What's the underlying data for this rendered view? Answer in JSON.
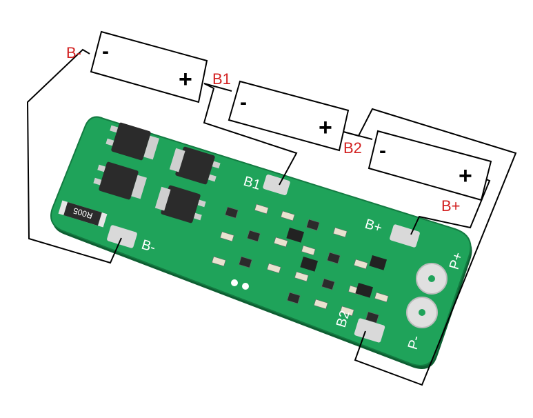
{
  "labels": {
    "b_minus": "B-",
    "b1": "B1",
    "b2": "B2",
    "b_plus": "B+"
  },
  "batteries": [
    {
      "negative": "-",
      "positive": "+"
    },
    {
      "negative": "-",
      "positive": "+"
    },
    {
      "negative": "-",
      "positive": "+"
    }
  ],
  "board": {
    "silkscreen": {
      "b1": "B1",
      "b_plus": "B+",
      "b_minus": "B-",
      "b2": "B2",
      "p_plus": "P+",
      "p_minus": "P-",
      "resistor": "R005"
    }
  },
  "colors": {
    "label": "#d21f1f",
    "wire": "#000000",
    "pcb": "#1fa35a",
    "pcb_dark": "#137a41",
    "pad": "#d9d9d9",
    "mosfet": "#2b2b2b"
  }
}
